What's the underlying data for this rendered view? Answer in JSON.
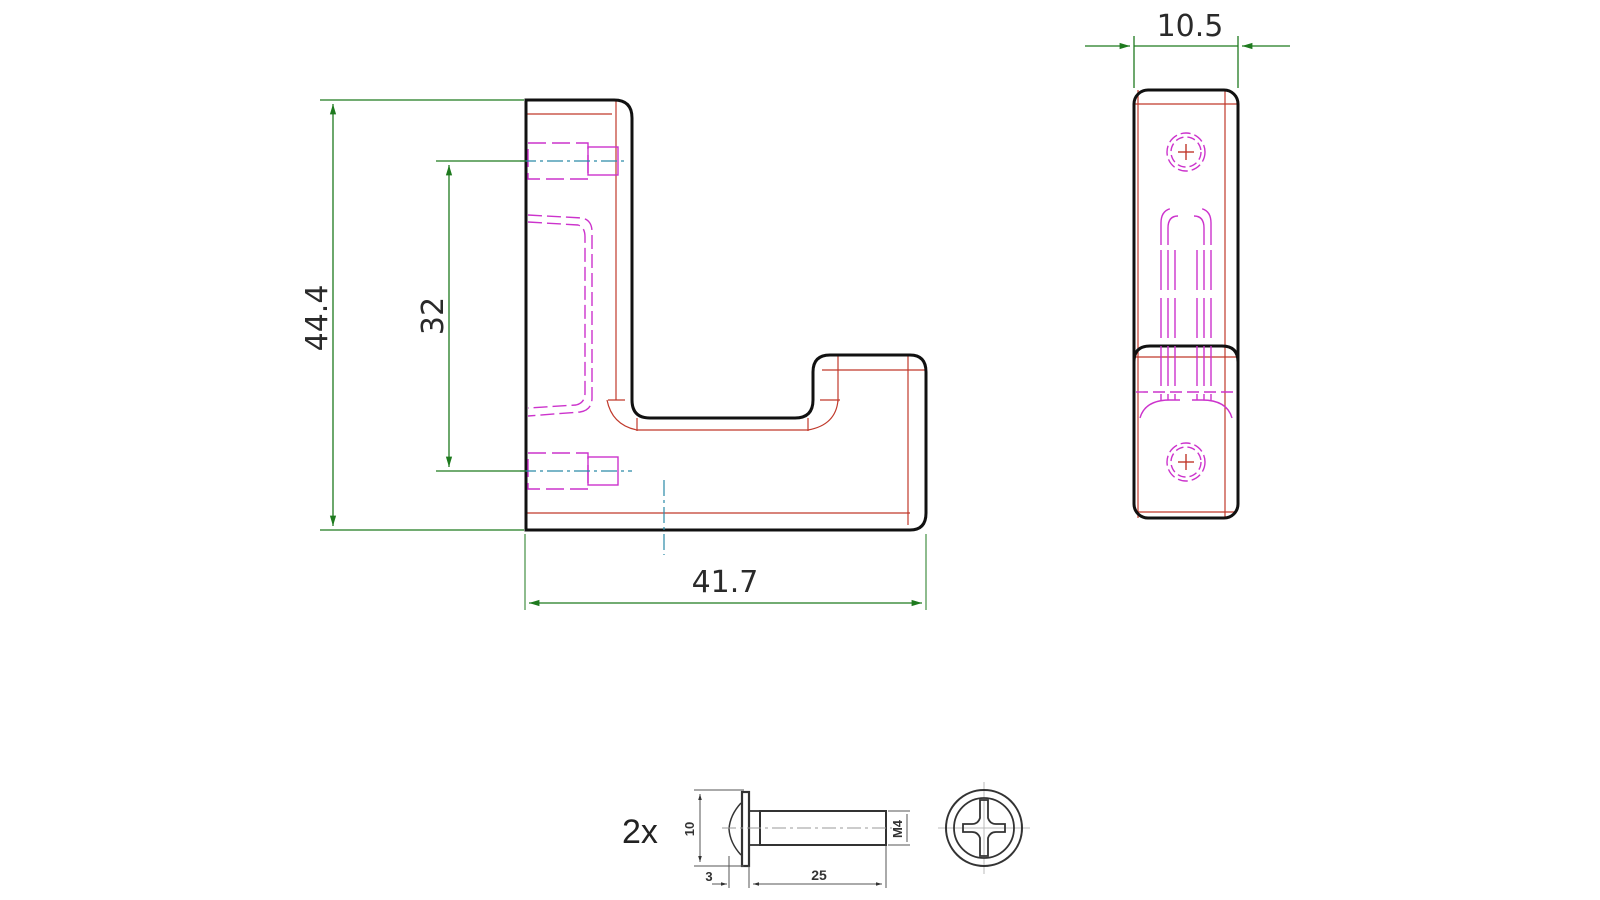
{
  "drawing": {
    "front_view": {
      "height_dim": "44.4",
      "hole_spacing_dim": "32",
      "width_dim": "41.7"
    },
    "side_view": {
      "thickness_dim": "10.5"
    },
    "screw": {
      "quantity": "2x",
      "head_diameter": "10",
      "head_thickness": "3",
      "length": "25",
      "thread": "M4"
    },
    "colors": {
      "outline": "#111111",
      "hidden": "#cc33cc",
      "tangent": "#c0392b",
      "dimension": "#1e7a1e",
      "centerline": "#2a8aa8"
    }
  }
}
